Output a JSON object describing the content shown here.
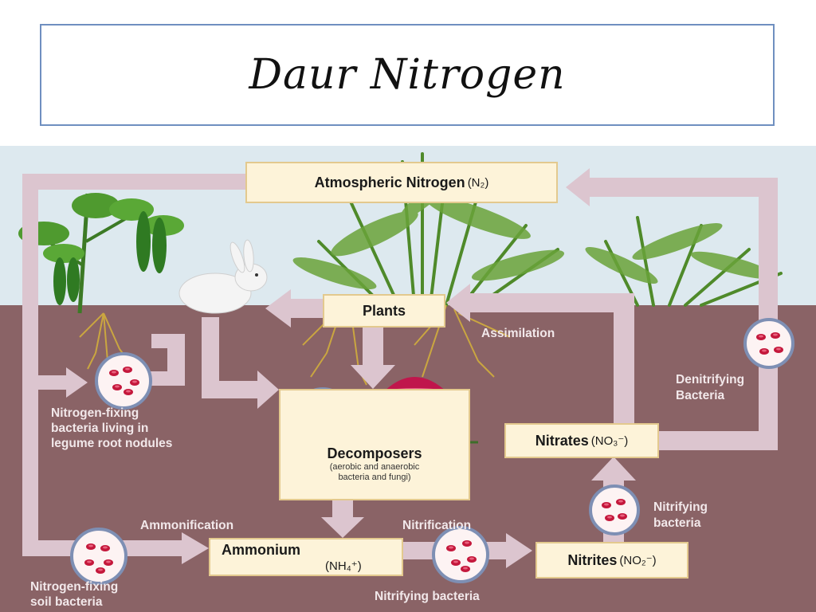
{
  "slide": {
    "title": "Daur Nitrogen"
  },
  "diagram": {
    "boxes": {
      "atmospheric": {
        "label": "Atmospheric Nitrogen",
        "formula": "(N₂)"
      },
      "plants": {
        "label": "Plants"
      },
      "decomposers": {
        "label": "Decomposers",
        "sub1": "(aerobic and anaerobic",
        "sub2": "bacteria and fungi)"
      },
      "ammonium": {
        "label": "Ammonium",
        "formula": "(NH₄⁺)"
      },
      "nitrites": {
        "label": "Nitrites",
        "formula": "(NO₂⁻)"
      },
      "nitrates": {
        "label": "Nitrates",
        "formula": "(NO₃⁻)"
      }
    },
    "labels": {
      "assimilation": "Assimilation",
      "denitrifying_1": "Denitrifying",
      "denitrifying_2": "Bacteria",
      "legume_1": "Nitrogen-fixing",
      "legume_2": "bacteria living in",
      "legume_3": "legume root nodules",
      "ammonification": "Ammonification",
      "nitrification": "Nitrification",
      "nitrifying_bacteria_1": "Nitrifying",
      "nitrifying_bacteria_2": "bacteria",
      "soil_1": "Nitrogen-fixing",
      "soil_2": "soil bacteria",
      "nitrifying_bottom": "Nitrifying bacteria"
    },
    "colors": {
      "sky": "#dde9ef",
      "soil": "#8a6366",
      "arrow": "#dcc5cf",
      "box_fill": "#fdf3d9",
      "bacteria": "#c4183c"
    }
  }
}
